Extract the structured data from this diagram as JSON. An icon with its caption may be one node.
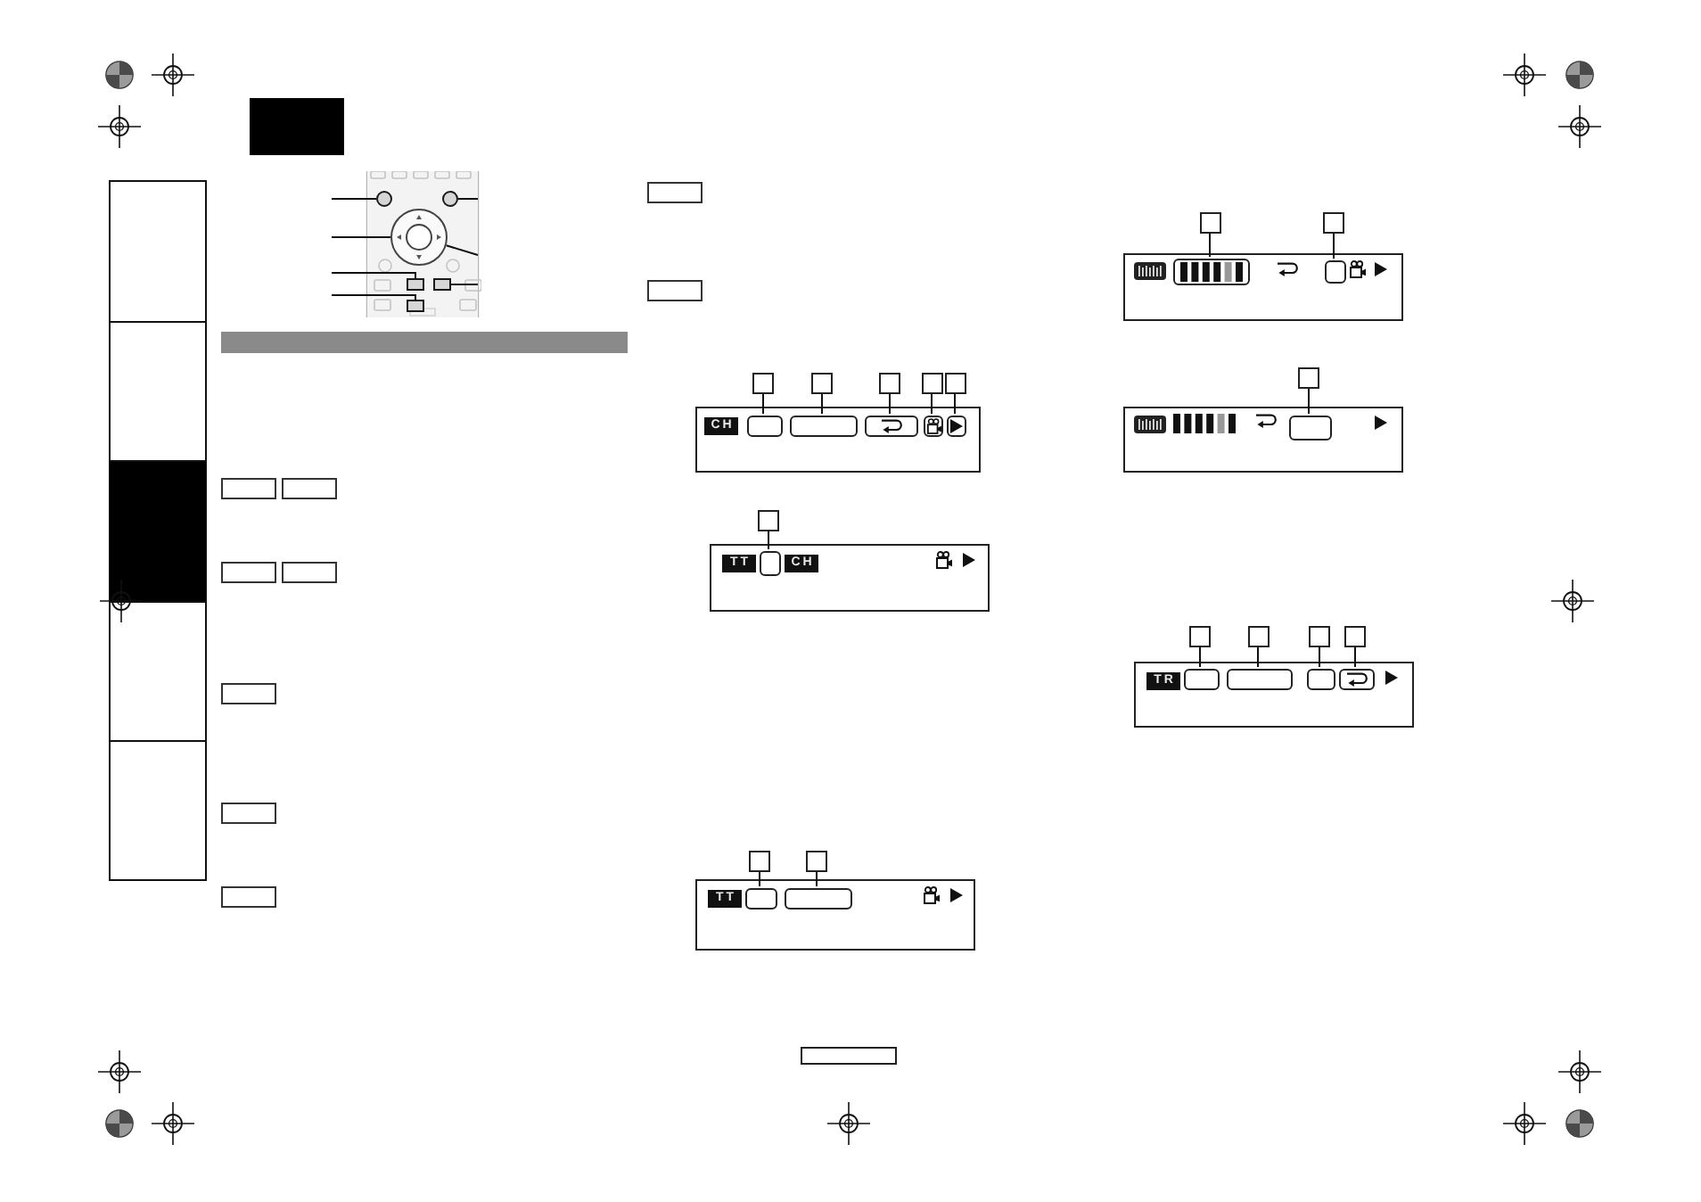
{
  "diagram": {
    "nodes": [
      {
        "text": [],
        "shape": "picture"
      },
      {
        "text": [],
        "shape": "circle",
        "in": 0
      },
      {
        "text": [],
        "shape": "circle",
        "in": 0
      },
      {
        "text": [],
        "shape": "circle",
        "in": 0
      },
      {
        "text": [],
        "shape": "box",
        "in": 0
      },
      {
        "text": [],
        "shape": "box",
        "in": 0
      },
      {
        "text": [],
        "shape": "box",
        "in": 0
      },
      {
        "text": [],
        "shape": "box"
      },
      {
        "text": [],
        "shape": "box"
      },
      {
        "text": [],
        "shape": "box"
      },
      {
        "text": [],
        "shape": "box"
      },
      {
        "text": [],
        "shape": "box"
      },
      {
        "text": [],
        "shape": "box"
      },
      {
        "text": [
          "CH"
        ],
        "in": 12
      },
      {
        "text": [],
        "shape": "box",
        "in": 12
      },
      {
        "text": [],
        "shape": "box",
        "in": 12
      },
      {
        "text": [],
        "shape": "box",
        "in": 12
      },
      {
        "text": [],
        "shape": "box",
        "in": 12
      },
      {
        "text": [],
        "shape": "box",
        "in": 12
      },
      {
        "text": [],
        "shape": "box"
      },
      {
        "text": [],
        "shape": "box"
      },
      {
        "text": [
          "TT"
        ],
        "in": 20
      },
      {
        "text": [],
        "shape": "box",
        "in": 20
      },
      {
        "text": [
          "CH"
        ],
        "in": 20
      },
      {
        "text": [],
        "shape": "box"
      },
      {
        "text": [],
        "shape": "box"
      },
      {
        "text": [],
        "shape": "box"
      },
      {
        "text": [
          "TT"
        ],
        "in": 26
      },
      {
        "text": [],
        "shape": "box",
        "in": 26
      },
      {
        "text": [],
        "shape": "box",
        "in": 26
      },
      {
        "text": [],
        "shape": "box"
      },
      {
        "text": [],
        "shape": "box"
      },
      {
        "text": [],
        "shape": "box"
      },
      {
        "text": [],
        "shape": "box",
        "in": 32
      },
      {
        "text": [],
        "shape": "box",
        "in": 32
      },
      {
        "text": [],
        "shape": "box"
      },
      {
        "text": [],
        "shape": "box"
      },
      {
        "text": [],
        "shape": "box",
        "in": 36
      },
      {
        "text": [],
        "shape": "box"
      },
      {
        "text": [],
        "shape": "box"
      },
      {
        "text": [],
        "shape": "box"
      },
      {
        "text": [],
        "shape": "box"
      },
      {
        "text": [],
        "shape": "box"
      },
      {
        "text": [
          "TR"
        ],
        "in": 42
      },
      {
        "text": [],
        "shape": "box",
        "in": 42
      },
      {
        "text": [],
        "shape": "box",
        "in": 42
      },
      {
        "text": [],
        "shape": "box",
        "in": 42
      },
      {
        "text": [],
        "shape": "box",
        "in": 42
      }
    ],
    "edges": [
      {
        "from": null,
        "to": 1,
        "arrow": "none"
      },
      {
        "from": null,
        "to": 3,
        "arrow": "none"
      },
      {
        "from": null,
        "to": 4,
        "arrow": "none"
      },
      {
        "from": null,
        "to": 6,
        "arrow": "none"
      },
      {
        "from": null,
        "to": 2,
        "arrow": "none"
      },
      {
        "from": null,
        "to": 3,
        "arrow": "none"
      },
      {
        "from": null,
        "to": 5,
        "arrow": "none"
      },
      {
        "from": 7,
        "to": 14,
        "arrow": "none"
      },
      {
        "from": 8,
        "to": 15,
        "arrow": "none"
      },
      {
        "from": 9,
        "to": 16,
        "arrow": "none"
      },
      {
        "from": 10,
        "to": 17,
        "arrow": "none"
      },
      {
        "from": 11,
        "to": 18,
        "arrow": "none"
      },
      {
        "from": 19,
        "to": 22,
        "arrow": "none"
      },
      {
        "from": 24,
        "to": 28,
        "arrow": "none"
      },
      {
        "from": 25,
        "to": 29,
        "arrow": "none"
      },
      {
        "from": 30,
        "to": 33,
        "arrow": "none"
      },
      {
        "from": 31,
        "to": 34,
        "arrow": "none"
      },
      {
        "from": 35,
        "to": 37,
        "arrow": "none"
      },
      {
        "from": 38,
        "to": 44,
        "arrow": "none"
      },
      {
        "from": 39,
        "to": 45,
        "arrow": "none"
      },
      {
        "from": 40,
        "to": 46,
        "arrow": "none"
      },
      {
        "from": 41,
        "to": 47,
        "arrow": "none"
      }
    ]
  }
}
